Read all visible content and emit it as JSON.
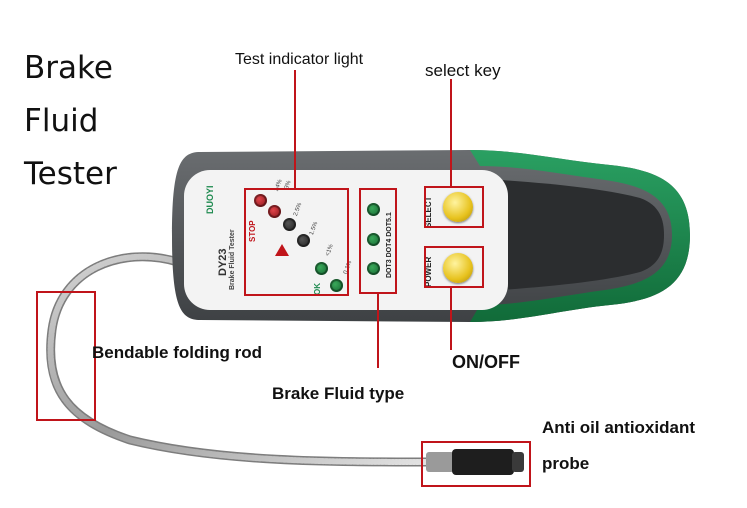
{
  "title": {
    "line1": "Brake",
    "line2": "Fluid",
    "line3": "Tester"
  },
  "callouts": {
    "indicator": "Test indicator light",
    "select_key": "select key",
    "rod": "Bendable folding rod",
    "fluid_type": "Brake Fluid type",
    "onoff": "ON/OFF",
    "probe_line1": "Anti oil antioxidant",
    "probe_line2": "probe"
  },
  "device": {
    "brand": "DUOYI",
    "model": "DY23",
    "subtitle": "Brake Fluid Tester",
    "stop_label": "STOP",
    "ok_label": "OK",
    "fluid_types": "DOT3 DOT4 DOT5.1",
    "select_label": "SELECT",
    "power_label": "POWER",
    "levels": [
      "≥4%",
      "3%",
      "2.5%",
      "1.5%",
      "<1%",
      "0.1%"
    ]
  },
  "colors": {
    "callout_red": "#c0141a",
    "body_grey": "#5a5d60",
    "grip_green": "#1e8a4f",
    "face_white": "#f3f3f3",
    "button_yellow": "#e7c21d"
  }
}
